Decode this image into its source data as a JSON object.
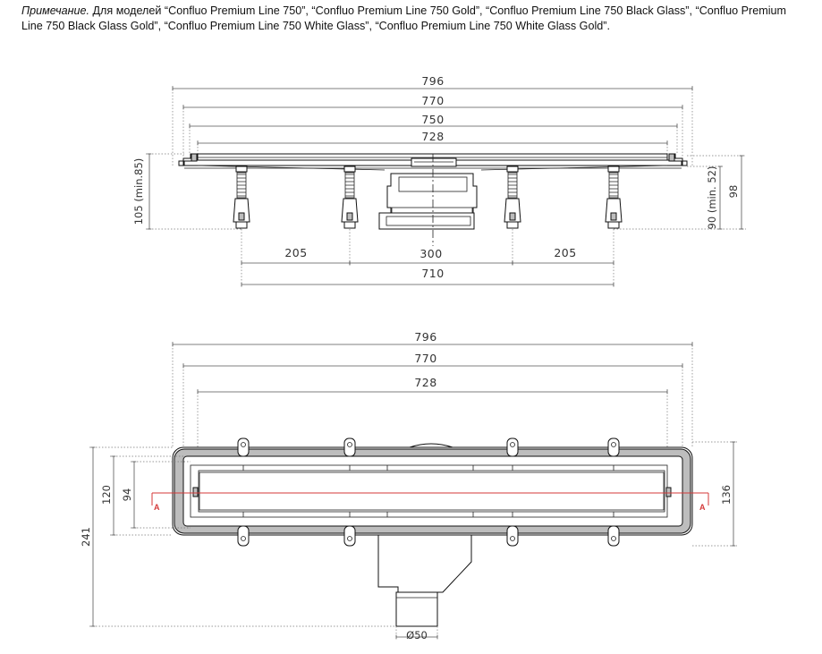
{
  "note": {
    "label": "Примечание.",
    "text": " Для моделей “Confluo Premium Line 750”, “Confluo Premium Line 750 Gold”, “Confluo Premium Line 750 Black Glass”, “Confluo Premium Line 750 Black Glass Gold”, “Confluo Premium Line 750 White Glass”, “Confluo Premium Line 750 White Glass Gold”."
  },
  "side_view": {
    "dim_796": "796",
    "dim_770": "770",
    "dim_750": "750",
    "dim_728": "728",
    "dim_205_left": "205",
    "dim_300": "300",
    "dim_205_right": "205",
    "dim_710": "710",
    "dim_height_left": "105 (min.85)",
    "dim_height_right_inner": "90 (min. 52)",
    "dim_height_right_outer": "98"
  },
  "top_view": {
    "dim_796": "796",
    "dim_770": "770",
    "dim_728": "728",
    "dim_241": "241",
    "dim_120": "120",
    "dim_94": "94",
    "dim_136": "136",
    "dim_outlet": "Ø50",
    "section_left": "A",
    "section_right": "A"
  }
}
